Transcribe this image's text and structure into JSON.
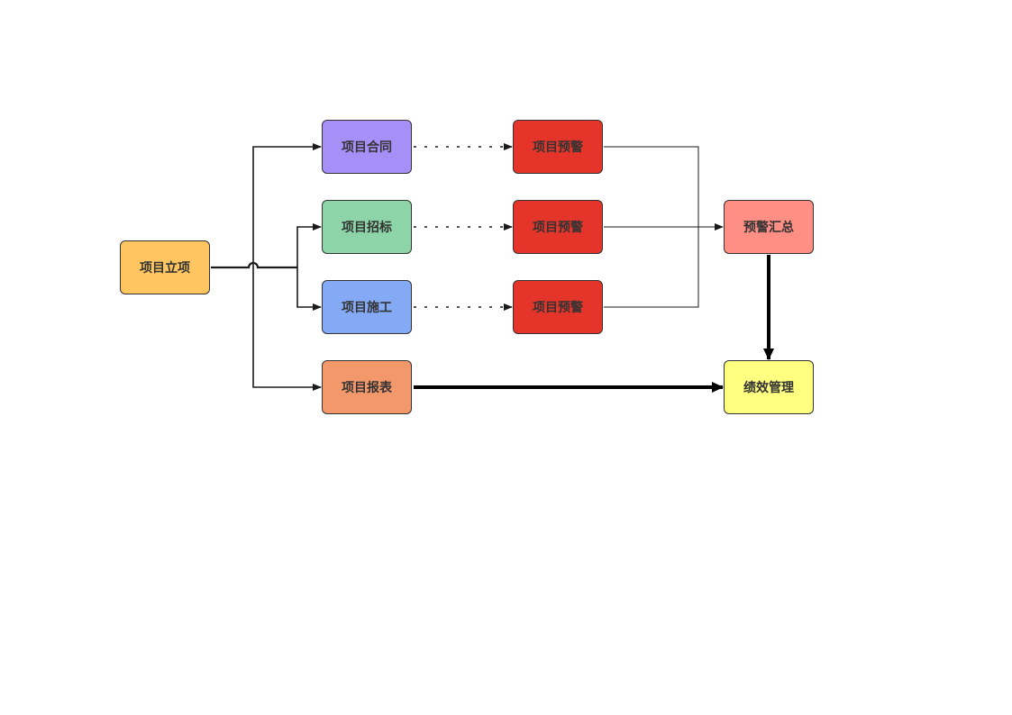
{
  "nodes": {
    "start": {
      "label": "项目立项",
      "color": "#FFC561"
    },
    "contract": {
      "label": "项目合同",
      "color": "#A68FF7"
    },
    "bid": {
      "label": "项目招标",
      "color": "#8DD4A8"
    },
    "build": {
      "label": "项目施工",
      "color": "#85AAF5"
    },
    "report": {
      "label": "项目报表",
      "color": "#F3986B"
    },
    "warn1": {
      "label": "项目预警",
      "color": "#E5352B"
    },
    "warn2": {
      "label": "项目预警",
      "color": "#E5352B"
    },
    "warn3": {
      "label": "项目预警",
      "color": "#E5352B"
    },
    "summary": {
      "label": "预警汇总",
      "color": "#FF8F85"
    },
    "perf": {
      "label": "绩效管理",
      "color": "#FFFF80"
    }
  },
  "edge_color": "#1a1a1a"
}
